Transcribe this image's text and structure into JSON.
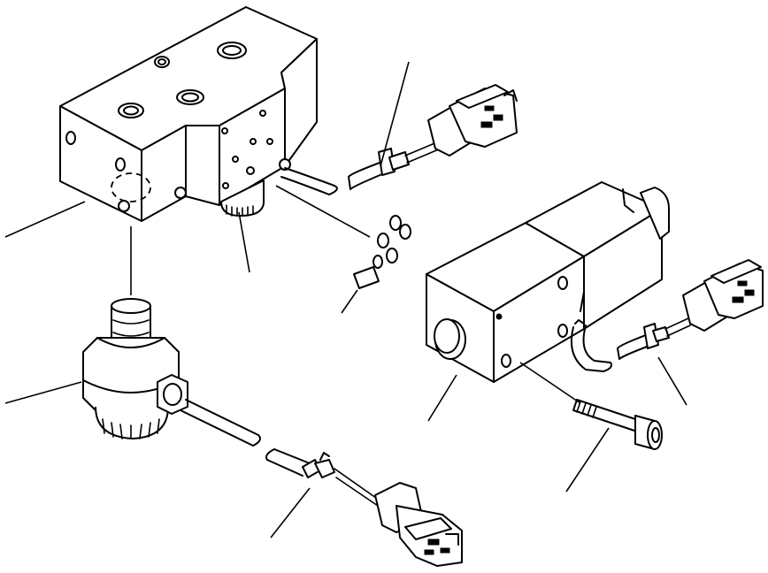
{
  "diagram": {
    "type": "exploded-parts-view",
    "parts": [
      {
        "id": "valve-block",
        "icon": "valve-block-icon"
      },
      {
        "id": "pressure-switch",
        "icon": "pressure-switch-icon"
      },
      {
        "id": "o-rings",
        "icon": "o-ring-icon"
      },
      {
        "id": "solenoid-valve",
        "icon": "solenoid-valve-icon"
      },
      {
        "id": "mounting-bolt",
        "icon": "bolt-icon"
      },
      {
        "id": "connector",
        "icon": "connector-icon"
      }
    ],
    "colors": {
      "line": "#000000",
      "background": "#ffffff"
    }
  }
}
